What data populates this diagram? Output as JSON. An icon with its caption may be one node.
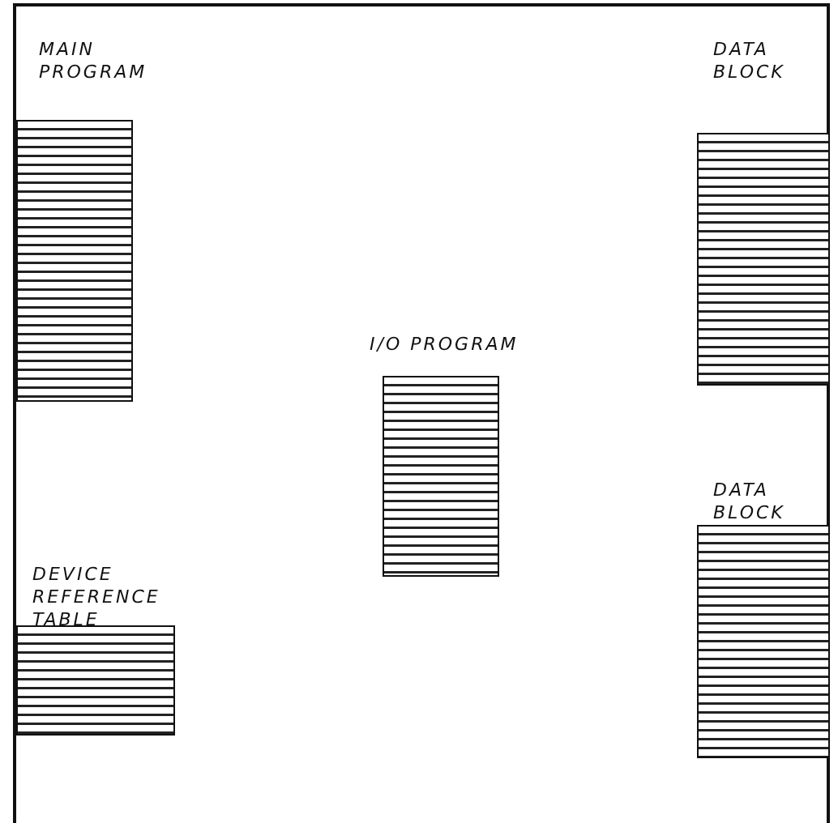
{
  "diagram": {
    "nodes": [
      {
        "text": [],
        "shape": "box"
      },
      {
        "text": [
          "MAIN PROGRAM"
        ],
        "in": 0
      },
      {
        "text": [
          "DATA BLOCK"
        ],
        "in": 0
      },
      {
        "text": [
          "I/O PROGRAM"
        ],
        "in": 0
      },
      {
        "text": [
          "DATA BLOCK"
        ],
        "in": 0
      },
      {
        "text": [
          "DEVICE REFERENCE TABLE"
        ],
        "in": 0
      }
    ],
    "edges": []
  }
}
